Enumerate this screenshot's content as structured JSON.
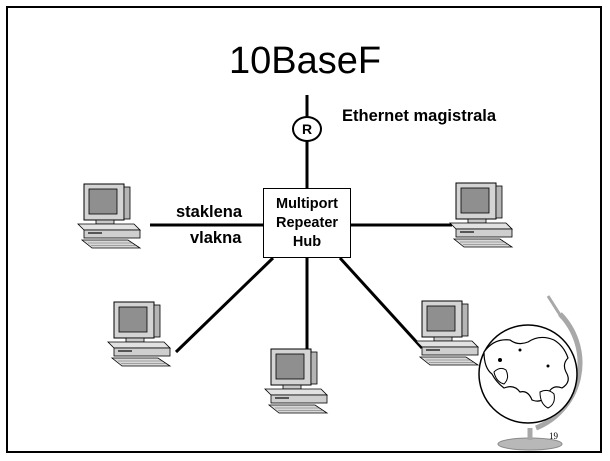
{
  "title": "10BaseF",
  "backbone_label": "Ethernet magistrala",
  "fiber_label": {
    "line1": "staklena",
    "line2": "vlakna"
  },
  "repeater_label": "R",
  "hub_label": {
    "line1": "Multiport",
    "line2": "Repeater",
    "line3": "Hub"
  },
  "page_number": "19",
  "icons": [
    "computer-icon",
    "globe-icon"
  ]
}
